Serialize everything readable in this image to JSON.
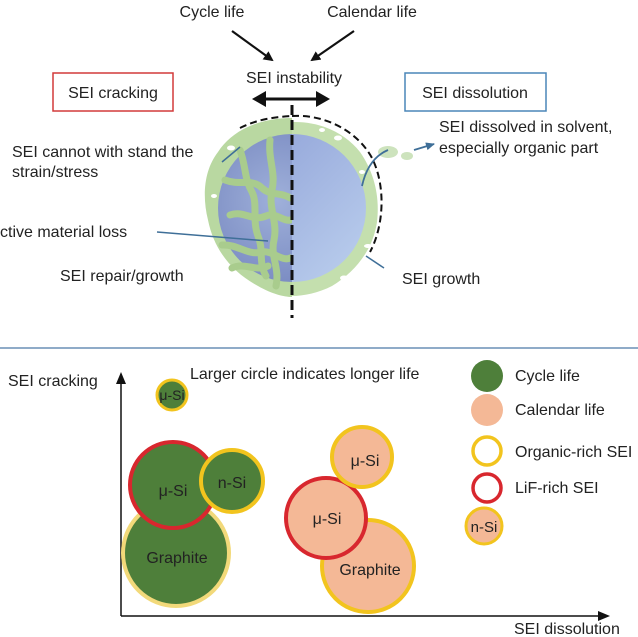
{
  "top": {
    "cycle_life": "Cycle life",
    "calendar_life": "Calendar life",
    "sei_instability": "SEI instability",
    "sei_cracking_box": "SEI cracking",
    "sei_dissolution_box": "SEI dissolution",
    "strain_line1": "SEI cannot with stand the",
    "strain_line2": "strain/stress",
    "active_material_loss": "ctive material loss",
    "sei_repair_growth": "SEI repair/growth",
    "dissolved_line1": "SEI dissolved in solvent,",
    "dissolved_line2": "especially organic part",
    "sei_growth": "SEI growth",
    "colors": {
      "cracking_box": "#d23a3a",
      "dissolution_box": "#4a86b8",
      "arrow_blue": "#3f6f98"
    }
  },
  "bottom": {
    "y_axis_label": "SEI cracking",
    "x_axis_label": "SEI dissolution",
    "note": "Larger circle indicates longer life",
    "legend": [
      {
        "label": "Cycle life",
        "fill": "#4e7f3a",
        "stroke": "none"
      },
      {
        "label": "Calendar life",
        "fill": "#f4b896",
        "stroke": "none"
      },
      {
        "label": "Organic-rich SEI",
        "fill": "#ffffff",
        "stroke": "#f2c41e"
      },
      {
        "label": "LiF-rich SEI",
        "fill": "#ffffff",
        "stroke": "#d8272e"
      }
    ],
    "bubbles": [
      {
        "label": "μ-Si",
        "kind": "cycle",
        "ring": "organic"
      },
      {
        "label": "μ-Si",
        "kind": "cycle",
        "ring": "lif"
      },
      {
        "label": "n-Si",
        "kind": "cycle",
        "ring": "organic"
      },
      {
        "label": "Graphite",
        "kind": "cycle",
        "ring": "organic"
      },
      {
        "label": "μ-Si",
        "kind": "calendar",
        "ring": "organic"
      },
      {
        "label": "μ-Si",
        "kind": "calendar",
        "ring": "lif"
      },
      {
        "label": "Graphite",
        "kind": "calendar",
        "ring": "organic"
      },
      {
        "label": "n-Si",
        "kind": "calendar",
        "ring": "organic"
      }
    ]
  }
}
